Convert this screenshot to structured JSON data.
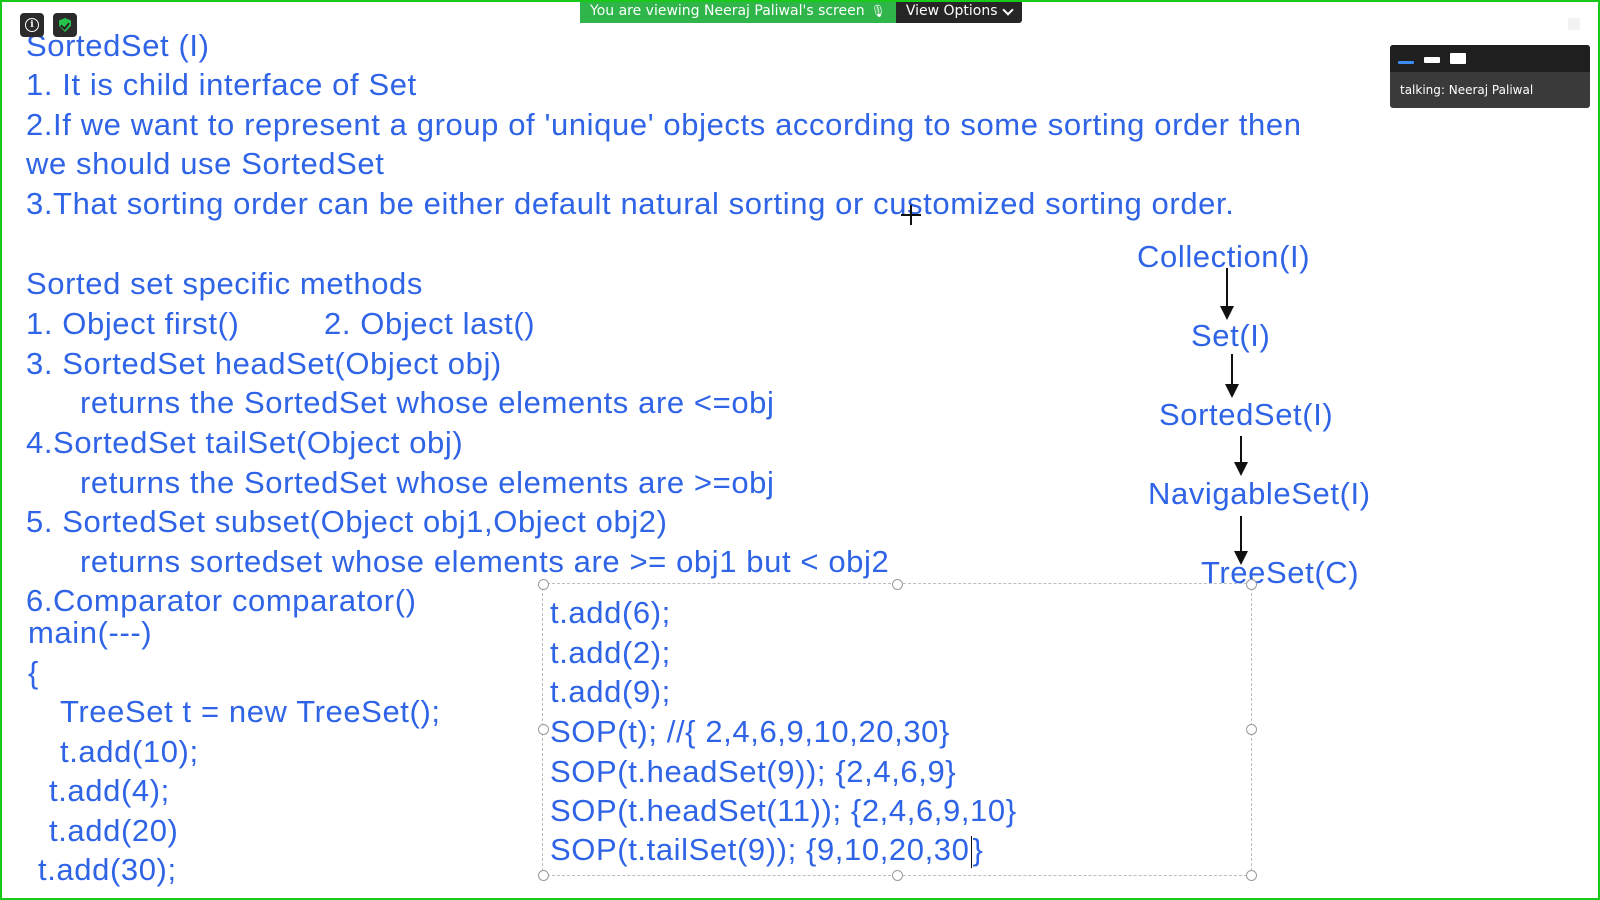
{
  "share_bar": {
    "viewing_text": "You are viewing Neeraj Paliwal's screen",
    "view_options_label": "View Options"
  },
  "top_left_icons": [
    "info-icon",
    "shield-check-icon"
  ],
  "video_panel": {
    "talking_text": "talking: Neeraj Paliwal"
  },
  "slide": {
    "title": "SortedSet (I)",
    "points": [
      "1. It is child interface of Set",
      "2.If we want to represent a group of 'unique' objects according to some sorting order then",
      "we should use SortedSet",
      "3.That sorting order can be either default natural sorting or customized sorting order."
    ],
    "methods_heading": "Sorted set specific methods",
    "methods": [
      "1. Object first()",
      "2. Object last()",
      "3. SortedSet headSet(Object obj)",
      "returns the SortedSet whose elements are <=obj",
      "4.SortedSet tailSet(Object obj)",
      "returns the SortedSet whose elements are >=obj",
      "5. SortedSet subset(Object obj1,Object obj2)",
      "returns sortedset whose elements are >= obj1 but < obj2",
      "6.Comparator comparator()"
    ],
    "hierarchy": [
      "Collection(I)",
      "Set(I)",
      "SortedSet(I)",
      "NavigableSet(I)",
      "TreeSet(C)"
    ],
    "code_left": [
      "main(---)",
      "{",
      "TreeSet t = new TreeSet();",
      "t.add(10);",
      "t.add(4);",
      "t.add(20)",
      "t.add(30);"
    ],
    "code_box": [
      "t.add(6);",
      "t.add(2);",
      "t.add(9);",
      "SOP(t);  //{ 2,4,6,9,10,20,30}",
      "SOP(t.headSet(9)); {2,4,6,9}",
      "SOP(t.headSet(11)); {2,4,6,9,10}",
      "SOP(t.tailSet(9)); {9,10,20,30",
      "}"
    ]
  },
  "colors": {
    "slide_text": "#2f64e6",
    "share_frame": "#19c919",
    "share_banner": "#2fb54a",
    "view_options_bg": "#262626"
  }
}
